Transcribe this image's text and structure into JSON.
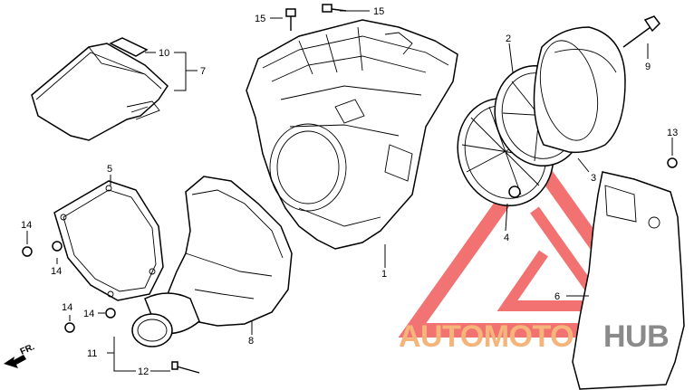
{
  "callouts": {
    "c1": "1",
    "c2": "2",
    "c3": "3",
    "c4": "4",
    "c5": "5",
    "c6": "6",
    "c7": "7",
    "c8": "8",
    "c9": "9",
    "c10": "10",
    "c11": "11",
    "c12": "12",
    "c13": "13",
    "c14a": "14",
    "c14b": "14",
    "c14c": "14",
    "c14d": "14",
    "c15a": "15",
    "c15b": "15"
  },
  "direction": {
    "label": "FR."
  },
  "watermark": {
    "part1": "AUTOMOTO",
    "part2": "HUB",
    "color1": "#f5b47a",
    "color2": "#8a8a8a",
    "triangle_color": "#ee4444"
  }
}
